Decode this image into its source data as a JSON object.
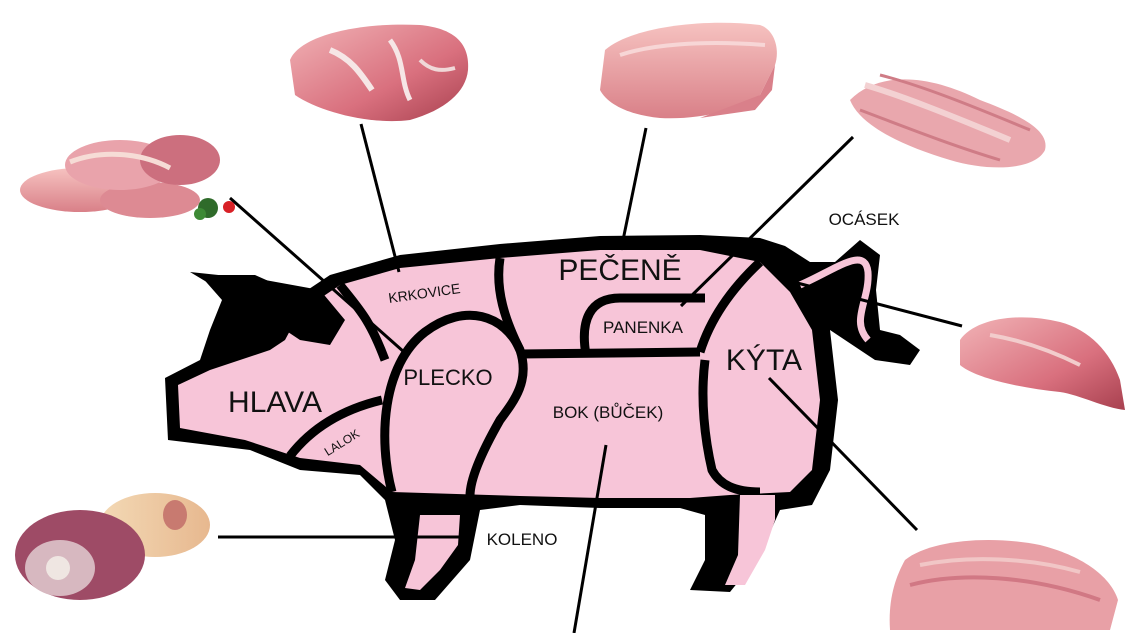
{
  "labels": {
    "hlava": "HLAVA",
    "lalok": "LALOK",
    "plecko": "PLECKO",
    "krkovice": "KRKOVICE",
    "pecene": "PEČENĚ",
    "panenka": "PANENKA",
    "bok": "BOK (BŮČEK)",
    "kyta": "KÝTA",
    "ocasek": "OCÁSEK",
    "koleno": "KOLENO"
  },
  "colors": {
    "pig_fill": "#f7c5d8",
    "outline": "#000000",
    "meat_light": "#e8a0a6",
    "meat_dark": "#b84a5a",
    "fat": "#f4e8e4"
  },
  "photos": [
    {
      "name": "plecko-photo",
      "icon": "meat-photo"
    },
    {
      "name": "krkovice-photo",
      "icon": "meat-photo"
    },
    {
      "name": "pecene-photo",
      "icon": "meat-photo"
    },
    {
      "name": "panenka-photo",
      "icon": "meat-photo"
    },
    {
      "name": "ocasek-photo",
      "icon": "meat-photo"
    },
    {
      "name": "kyta-photo",
      "icon": "meat-photo"
    },
    {
      "name": "koleno-photo",
      "icon": "meat-photo"
    }
  ]
}
